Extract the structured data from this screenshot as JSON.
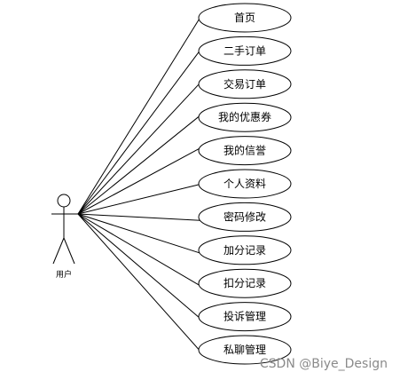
{
  "actor": {
    "label": "用户"
  },
  "use_cases": [
    {
      "label": "首页"
    },
    {
      "label": "二手订单"
    },
    {
      "label": "交易订单"
    },
    {
      "label": "我的优惠券"
    },
    {
      "label": "我的信誉"
    },
    {
      "label": "个人资料"
    },
    {
      "label": "密码修改"
    },
    {
      "label": "加分记录"
    },
    {
      "label": "扣分记录"
    },
    {
      "label": "投诉管理"
    },
    {
      "label": "私聊管理"
    }
  ],
  "watermark": "CSDN @Biye_Design",
  "colors": {
    "stroke": "#000000",
    "background": "#ffffff",
    "watermark": "#8a8a8a"
  }
}
